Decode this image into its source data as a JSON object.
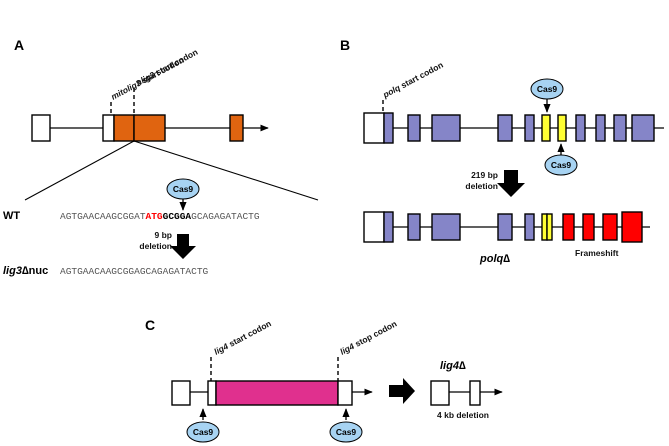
{
  "panels": {
    "a": "A",
    "b": "B",
    "c": "C"
  },
  "panel_a": {
    "mito_start_em": "mitolig3",
    "mito_start_rest": " start codon",
    "nlig3_start_em": "nlig3",
    "nlig3_start_rest": " start codon",
    "cas9": "Cas9",
    "wt_label": "WT",
    "wt_seq_pre": "AGTGAACAAGCGGAT",
    "wt_seq_red": "ATG",
    "wt_seq_bold": "GCGGA",
    "wt_seq_post": "GCAGAGATACTG",
    "deletion_size": "9 bp",
    "deletion_word": "deletion",
    "mutant_label_em": "lig3",
    "mutant_label_rest": "∆nuc",
    "mutant_seq": "AGTGAACAAGCGGAGCAGAGATACTG"
  },
  "panel_b": {
    "polq_start_em": "polq",
    "polq_start_rest": " start codon",
    "cas9_top": "Cas9",
    "cas9_bottom": "Cas9",
    "deletion_size": "219 bp",
    "deletion_word": "deletion",
    "mutant_label_em": "polq",
    "mutant_label_rest": "∆",
    "frameshift": "Frameshift"
  },
  "panel_c": {
    "lig4_start_em": "lig4",
    "lig4_start_rest": " start codon",
    "lig4_stop_em": "lig4",
    "lig4_stop_rest": " stop codon",
    "cas9_left": "Cas9",
    "cas9_right": "Cas9",
    "mutant_label_em": "lig4",
    "mutant_label_rest": "∆",
    "deletion": "4 kb deletion"
  },
  "colors": {
    "lig3_exon": "#e06410",
    "polq_exon": "#8585c8",
    "cas9_target": "#ffff33",
    "frameshift_exon": "#ff0000",
    "lig4_exon": "#e0308e",
    "cas9_bubble": "#a7d3f2",
    "start_codon_red": "#ff0000"
  }
}
